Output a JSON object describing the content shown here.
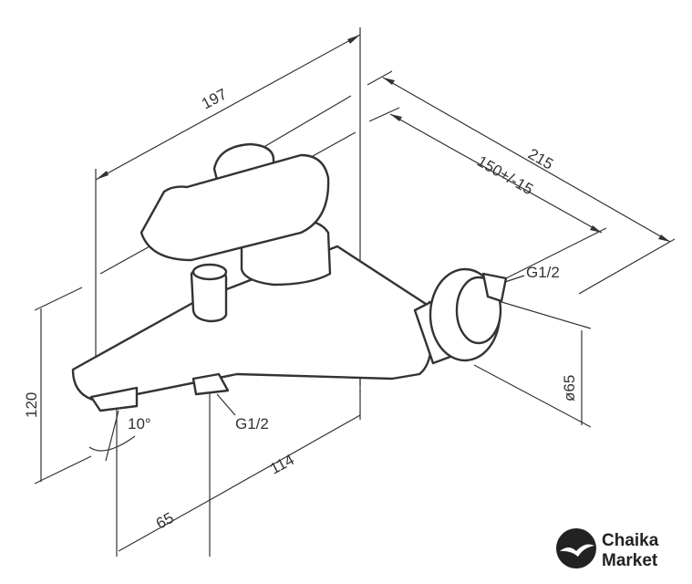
{
  "dimensions": {
    "width_197": "197",
    "depth_215": "215",
    "spacing": "150+/-15",
    "thread_right": "G1/2",
    "diameter": "ø65",
    "height_120": "120",
    "angle": "10°",
    "thread_bottom": "G1/2",
    "length_114": "114",
    "length_65": "65"
  },
  "logo": {
    "line1": "Chaika",
    "line2": "Market"
  },
  "colors": {
    "stroke": "#333333",
    "background": "#ffffff"
  }
}
